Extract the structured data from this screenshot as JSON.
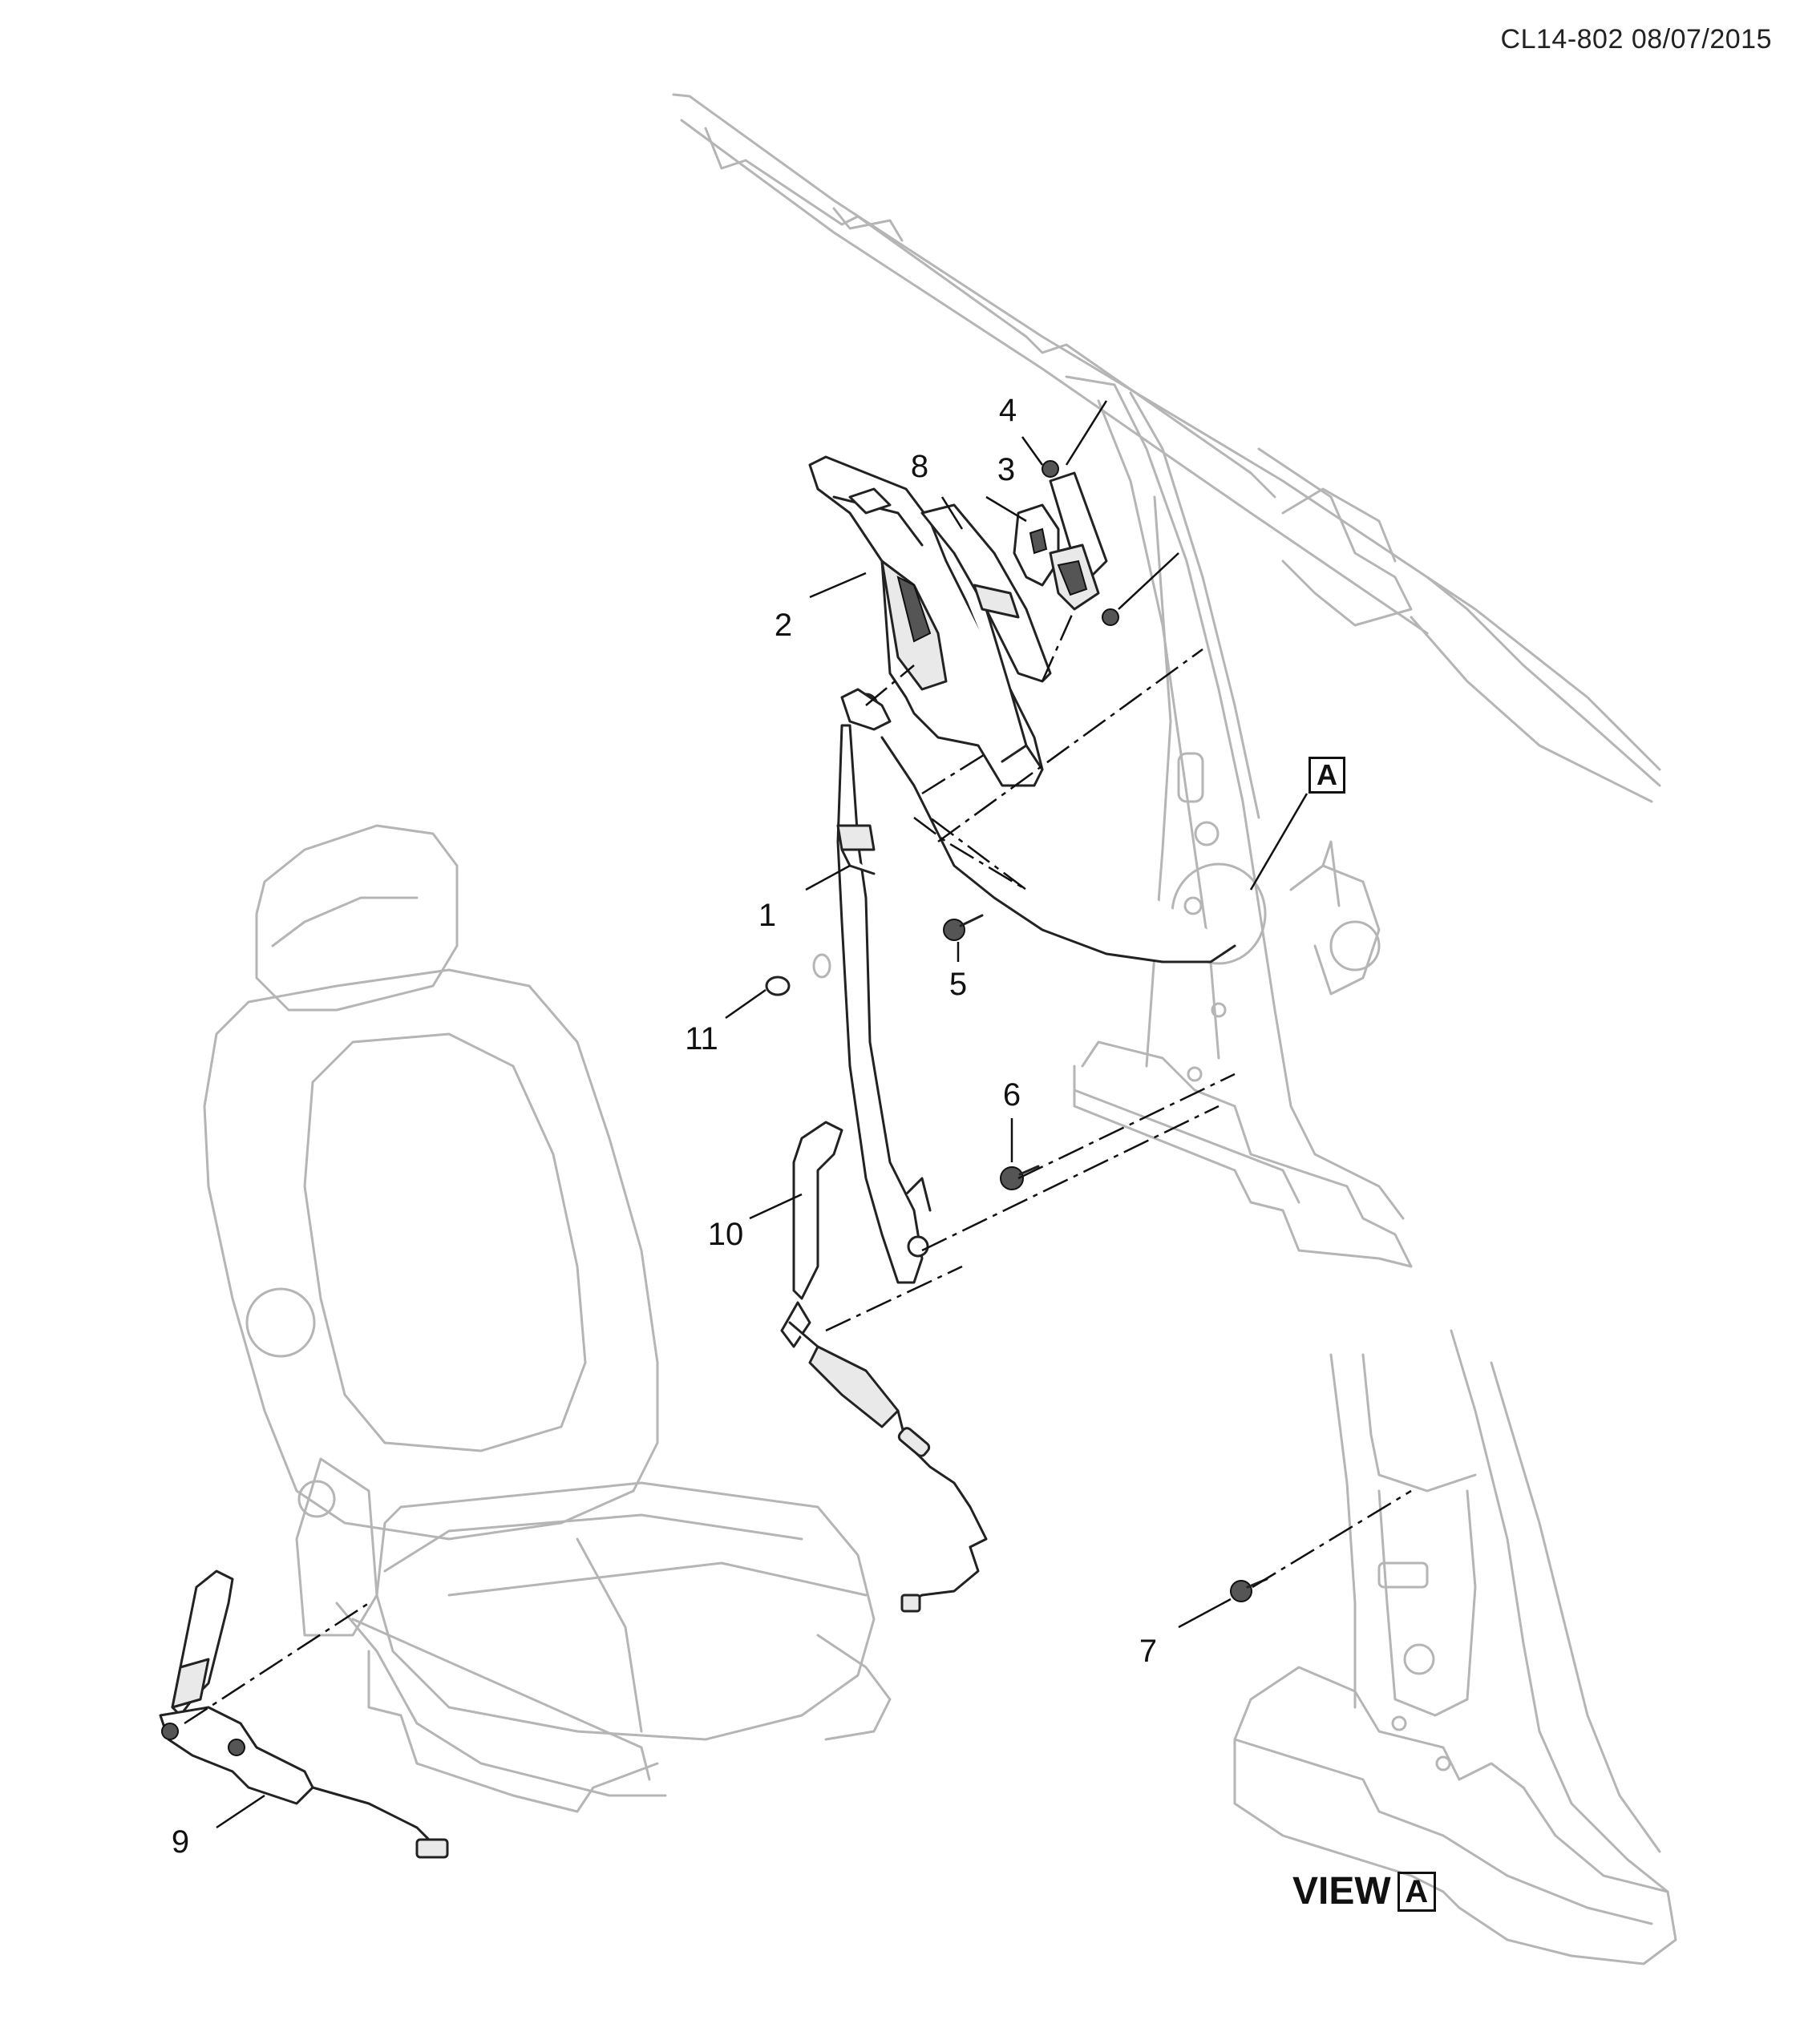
{
  "document_id": "CL14-802 08/07/2015",
  "view_reference_marker": "A",
  "view_title": {
    "word": "VIEW",
    "letter": "A"
  },
  "callouts": [
    "1",
    "2",
    "3",
    "4",
    "5",
    "6",
    "7",
    "8",
    "9",
    "10",
    "11"
  ]
}
